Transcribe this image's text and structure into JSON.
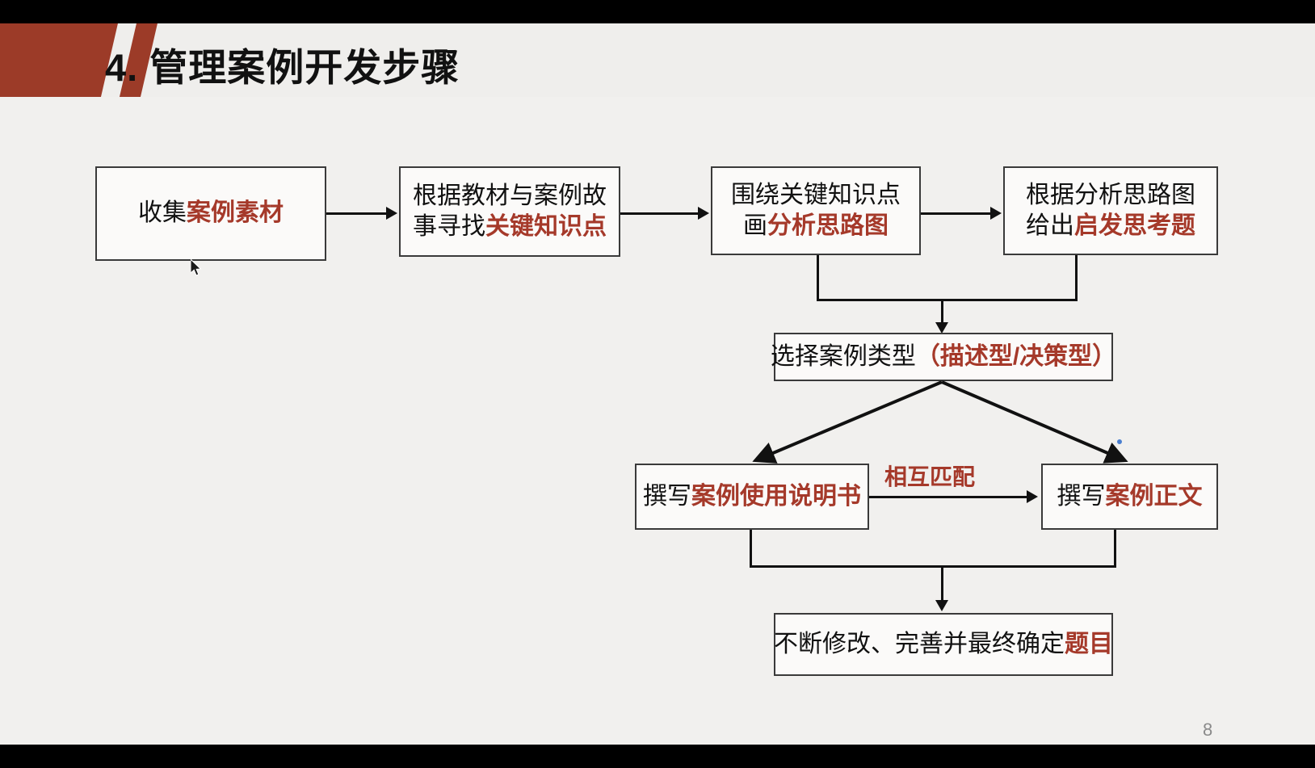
{
  "slide": {
    "title": "4. 管理案例开发步骤",
    "page_number": "8",
    "accent_color": "#9c3b28",
    "highlight_color": "#a5392a",
    "background_color": "#f1f0ee",
    "text_color": "#111111"
  },
  "flow": {
    "boxes": [
      {
        "id": "collect-material",
        "lines": [
          {
            "plain": "收集",
            "highlight": "案例素材"
          }
        ]
      },
      {
        "id": "find-key-points",
        "lines": [
          {
            "plain": "根据教材与案例故",
            "highlight": ""
          },
          {
            "plain": "事寻找",
            "highlight": "关键知识点"
          }
        ]
      },
      {
        "id": "draw-analysis-map",
        "lines": [
          {
            "plain": "围绕关键知识点",
            "highlight": ""
          },
          {
            "plain": "画",
            "highlight": "分析思路图"
          }
        ]
      },
      {
        "id": "inspiration-questions",
        "lines": [
          {
            "plain": "根据分析思路图",
            "highlight": ""
          },
          {
            "plain": "给出",
            "highlight": "启发思考题"
          }
        ]
      },
      {
        "id": "choose-case-type",
        "lines": [
          {
            "plain": "选择案例类型",
            "highlight": "（描述型/决策型）"
          }
        ]
      },
      {
        "id": "write-manual",
        "lines": [
          {
            "plain": "撰写",
            "highlight": "案例使用说明书"
          }
        ]
      },
      {
        "id": "write-body",
        "lines": [
          {
            "plain": "撰写",
            "highlight": "案例正文"
          }
        ]
      },
      {
        "id": "finalize-title",
        "lines": [
          {
            "plain": "不断修改、完善并最终确定",
            "highlight": "题目"
          }
        ]
      }
    ],
    "match_label": "相互匹配"
  }
}
